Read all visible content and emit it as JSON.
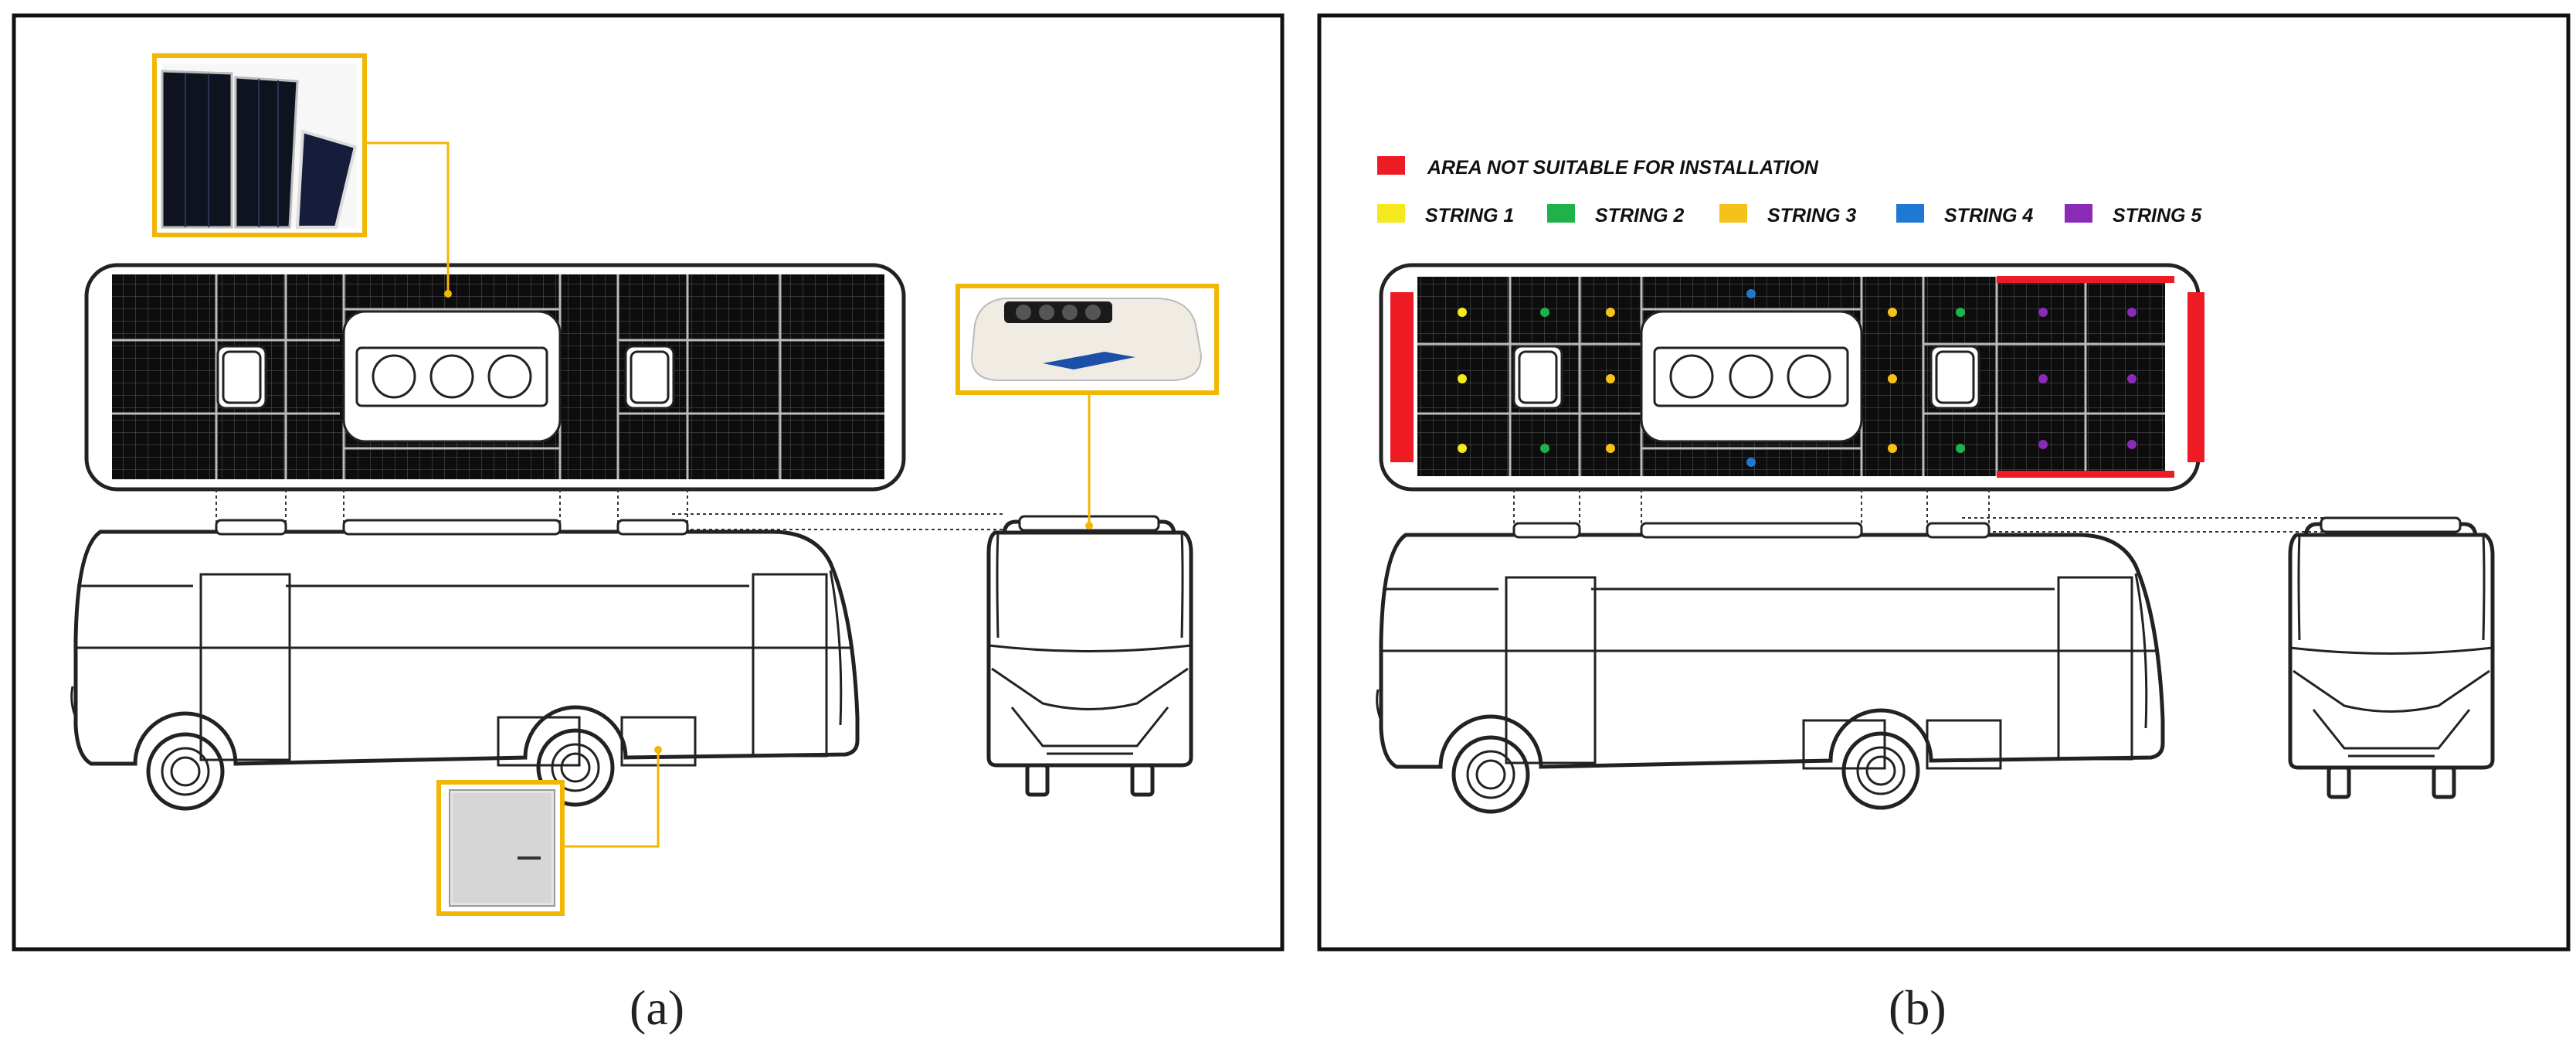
{
  "legend": {
    "not_suitable": "AREA NOT SUITABLE FOR INSTALLATION",
    "strings": [
      {
        "label": "STRING 1",
        "color": "#f5e81c"
      },
      {
        "label": "STRING 2",
        "color": "#1fb24a"
      },
      {
        "label": "STRING 3",
        "color": "#f6c21a"
      },
      {
        "label": "STRING 4",
        "color": "#1f78d1"
      },
      {
        "label": "STRING 5",
        "color": "#8a2bb8"
      }
    ],
    "not_suitable_color": "#ee1b24"
  },
  "captions": {
    "a": "(a)",
    "b": "(b)"
  },
  "colors": {
    "frame": "#111111",
    "callout": "#f2b705",
    "panel": "#111111"
  }
}
